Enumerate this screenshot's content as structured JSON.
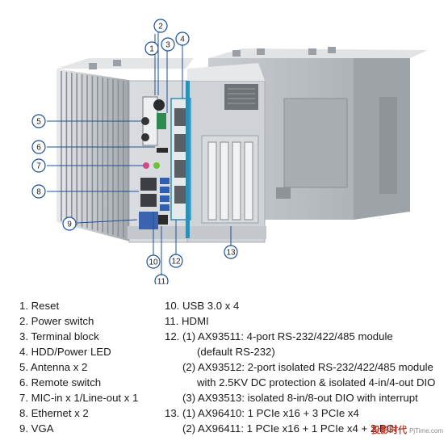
{
  "callouts": [
    "1",
    "2",
    "3",
    "4",
    "5",
    "6",
    "7",
    "8",
    "9",
    "10",
    "11",
    "12",
    "13"
  ],
  "legend_left": [
    "1. Reset",
    "2. Power switch",
    "3. Terminal block",
    "4. HDD/Power LED",
    "5. Antenna x 2",
    "6. Remote switch",
    "7. MIC-in x 1/Line-out x 1",
    "8. Ethernet x 2",
    "9. VGA"
  ],
  "legend_right": [
    "10. USB 3.0 x 4",
    "11. HDMI",
    "12. (1) AX93511: 4-port RS-232/422/485 module",
    "(default RS-232)",
    "(2) AX93512: 2-port isolated RS-232/422/485 module",
    "with 2.5KV DC protection & isolated 4-in/4-out DIO",
    "(3) AX93513: isolated 8-in/8-out DIO with interrupt",
    "13. (1) AX96410: 1 PCIe x16 + 3 PCIe x4",
    "(2) AX96411: 1 PCIe x16 + 1 PCIe x4 + 2 PCI"
  ],
  "watermark": {
    "name": "投影时代",
    "url": "PjTime.com"
  },
  "colors": {
    "callout": "#1a4f9c",
    "chassis": "#d6d9dc",
    "dark_chassis": "#b9bdc2"
  }
}
